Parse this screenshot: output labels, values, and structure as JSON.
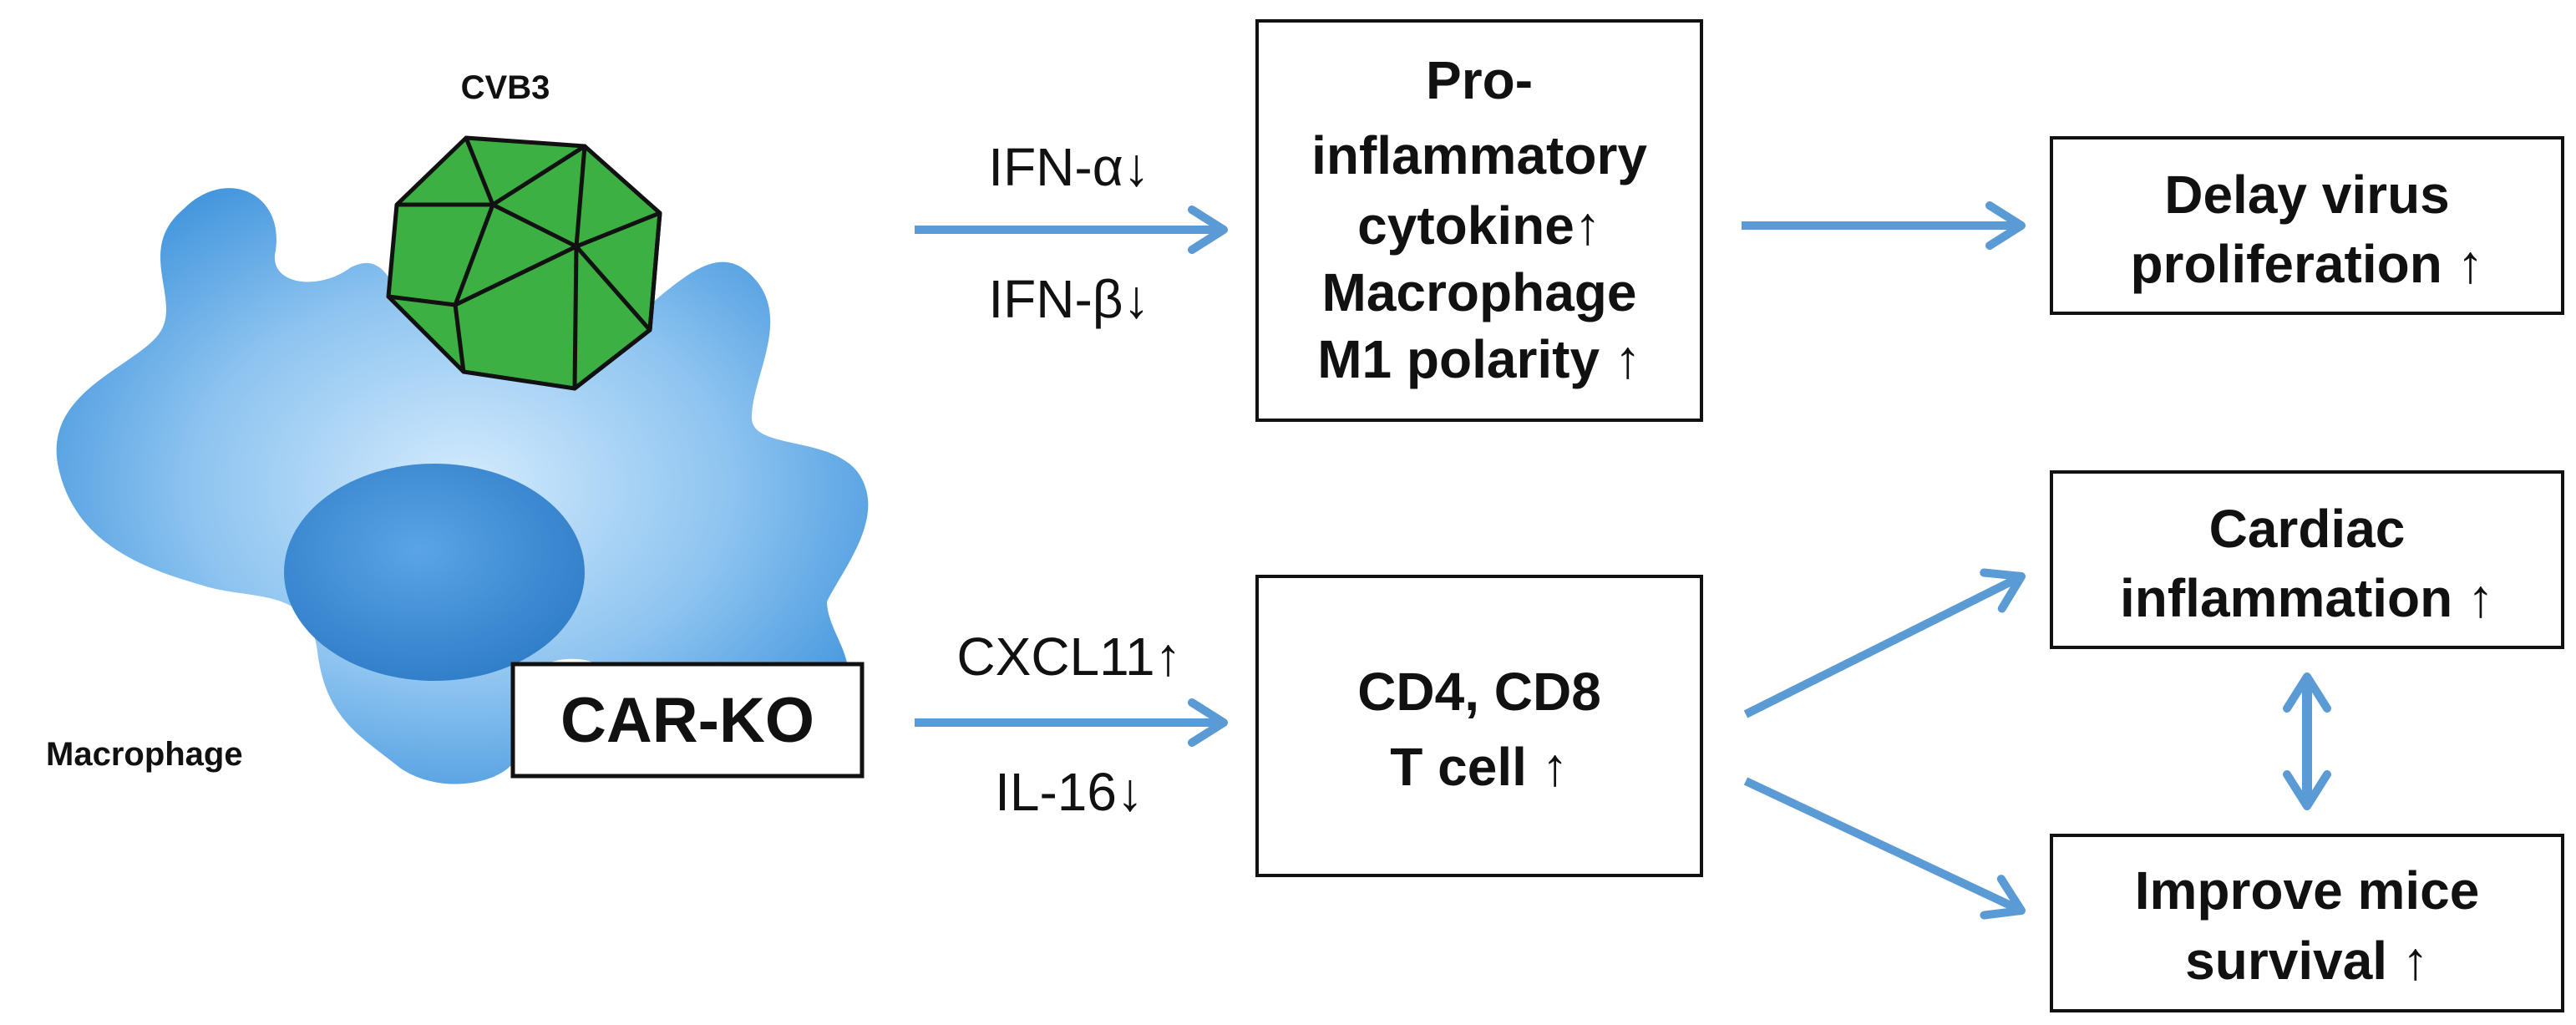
{
  "virus_label": "CVB3",
  "cell_label": "Macrophage",
  "genotype_label": "CAR-KO",
  "upper_inputs": [
    "IFN-α↓",
    "IFN-β↓"
  ],
  "lower_inputs": [
    "CXCL11↑",
    "IL-16↓"
  ],
  "upper_box": [
    "Pro-",
    "inflammatory",
    "cytokine↑",
    "Macrophage",
    "M1 polarity ↑"
  ],
  "lower_box": [
    "CD4, CD8",
    "T cell ↑"
  ],
  "outcome_virus": [
    "Delay virus",
    "proliferation ↑"
  ],
  "outcome_cardiac": [
    "Cardiac",
    "inflammation ↑"
  ],
  "outcome_survival": [
    "Improve mice",
    "survival ↑"
  ],
  "colors": {
    "arrow": "#5b9bd5",
    "cell_light": "#8ec4f0",
    "cell_dark": "#3f93dc",
    "nucleus": "#3d8ad2",
    "virus_fill": "#3cb043",
    "box_border": "#111111"
  }
}
